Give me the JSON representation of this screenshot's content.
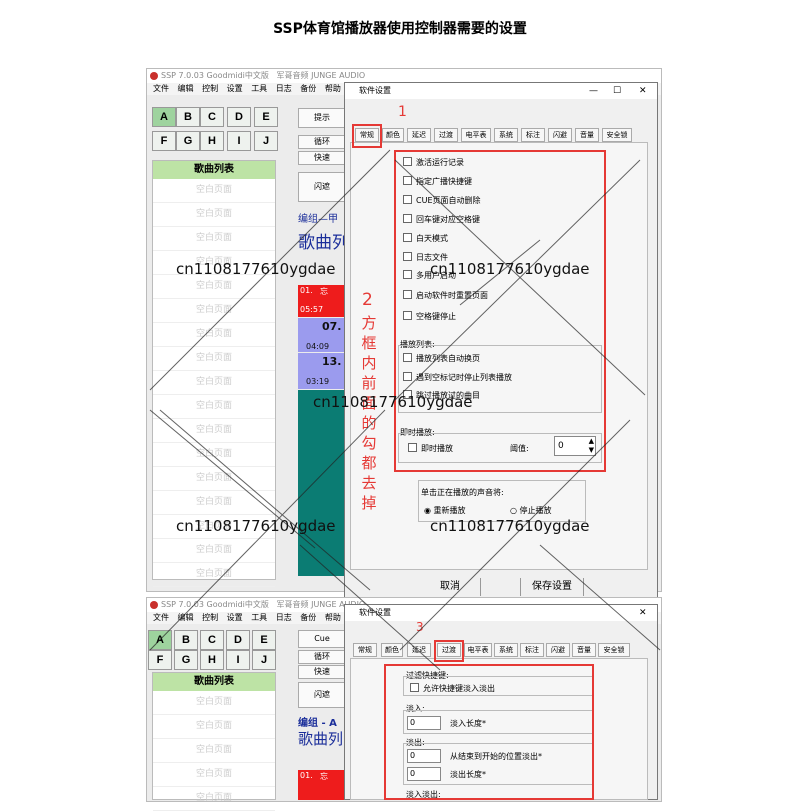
{
  "page_title": "SSP体育馆播放器使用控制器需要的设置",
  "app": {
    "title": "SSP 7.0.03 Goodmidi中文版",
    "title_extra": "军哥音频 JUNGE AUDIO",
    "menu": [
      "文件",
      "编辑",
      "控制",
      "设置",
      "工具",
      "日志",
      "备份",
      "帮助"
    ],
    "grid_row1": [
      "A",
      "B",
      "C",
      "D",
      "E"
    ],
    "grid_row2": [
      "F",
      "G",
      "H",
      "I",
      "J"
    ],
    "song_list_header": "歌曲列表",
    "empty_page": "空白页面",
    "buttons_top": [
      "提示",
      "循环",
      "快速"
    ],
    "buttons_top2": [
      "Cue",
      "循环",
      "快速"
    ],
    "flash_label": "闪遮",
    "group_label": "编组—甲",
    "group_label2": "编组 - A",
    "song_list_big": "歌曲列",
    "tracks": [
      {
        "num": "01.",
        "name": "忘",
        "time": "05:57"
      },
      {
        "num": "07.",
        "time": "04:09"
      },
      {
        "num": "13.",
        "time": "03:19"
      }
    ]
  },
  "dialog1": {
    "title": "软件设置",
    "tabs": [
      "常规",
      "颜色",
      "延迟",
      "过渡",
      "电平表",
      "系统",
      "标注",
      "闪避",
      "音量",
      "安全锁"
    ],
    "options": [
      "激活运行记录",
      "指定广播快捷键",
      "CUE页面自动删除",
      "回车键对应空格键",
      "白天模式",
      "日志文件",
      "多用户启动",
      "启动软件时重置页面",
      "空格键停止"
    ],
    "playlist_group": "播放列表:",
    "playlist_options": [
      "播放列表自动换页",
      "遇到空标记时停止列表播放",
      "跳过播放过的曲目"
    ],
    "instant_group": "即时播放:",
    "instant_option": "即时播放",
    "threshold_label": "阈值:",
    "threshold_value": "0",
    "click_group": "单击正在播放的声音将:",
    "radio1": "重新播放",
    "radio2": "停止播放",
    "cancel": "取消",
    "save": "保存设置"
  },
  "dialog2": {
    "title": "软件设置",
    "tabs": [
      "常规",
      "颜色",
      "延迟",
      "过渡",
      "电平表",
      "系统",
      "标注",
      "闪避",
      "音量",
      "安全锁"
    ],
    "shortcut_group": "过滤快捷键:",
    "shortcut_option": "允许快捷键淡入淡出",
    "fadein_group": "淡入:",
    "fadein_value": "0",
    "fadein_label": "淡入长度*",
    "fadeout_group": "淡出:",
    "fadeout_value1": "0",
    "fadeout_label1": "从结束到开始的位置淡出*",
    "fadeout_value2": "0",
    "fadeout_label2": "淡出长度*",
    "fadeinout_group": "淡入淡出:"
  },
  "annotations": {
    "step1": "1",
    "step2": "2",
    "step2_text": [
      "方",
      "框",
      "内",
      "前",
      "面",
      "的",
      "勾",
      "都",
      "去",
      "掉"
    ],
    "step3": "3"
  },
  "watermark": "cn1108177610ygdae",
  "colors": {
    "accent_red": "#e53935",
    "green_key": "#9ed39e",
    "song_header": "#bde3a5",
    "teal": "#0b7c73",
    "track_blue": "#9b9bee",
    "track_red": "#ee1c1c"
  }
}
